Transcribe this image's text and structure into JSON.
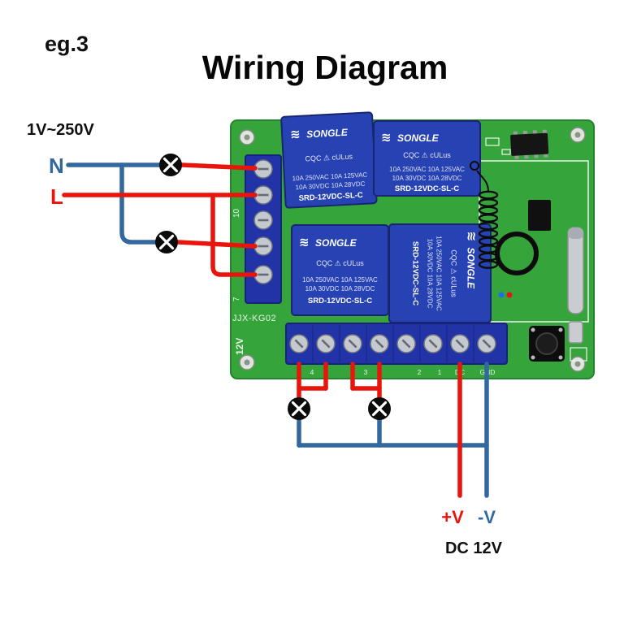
{
  "title": "Wiring Diagram",
  "example_label": "eg.3",
  "mains": {
    "voltage_label": "1V~250V",
    "neutral_label": "N",
    "live_label": "L"
  },
  "dc": {
    "plus_label": "+V",
    "minus_label": "-V",
    "supply_label": "DC 12V"
  },
  "board": {
    "model_label": "JJX-KG02",
    "voltage_label": "12V",
    "left_terminal_numbers": [
      "10",
      "7"
    ],
    "bottom_labels": [
      "4",
      "3",
      "2",
      "1",
      "DC",
      "GND"
    ],
    "relay": {
      "brand": "SONGLE",
      "wave_icon": "≋",
      "marks": "CQC ⚠ cULus",
      "rating_line1": "10A 250VAC 10A 125VAC",
      "rating_line2": "10A 30VDC 10A 28VDC",
      "model": "SRD-12VDC-SL-C"
    }
  },
  "colors": {
    "wire_neutral": "#33689e",
    "wire_live": "#e8150d",
    "pcb_green": "#35a53b",
    "relay_blue": "#2742b3",
    "terminal_blue": "#2133a6"
  }
}
